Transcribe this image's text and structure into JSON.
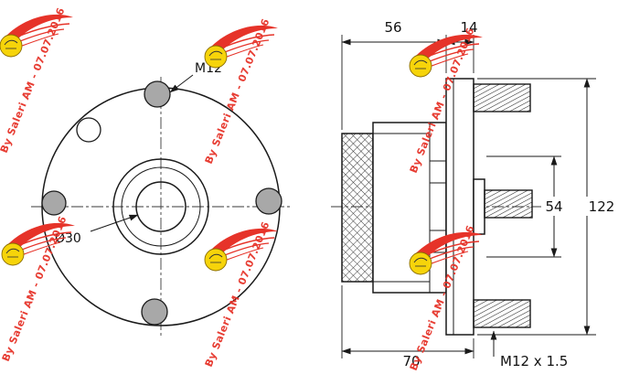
{
  "watermark": {
    "text": "By Saleri AM - 07.07.2016"
  },
  "front_view": {
    "stud_thread_label": "M12",
    "bore_label": "Ø30"
  },
  "side_view": {
    "dims": {
      "body_width": "56",
      "flange_thickness": "14",
      "pilot_height": "54",
      "flange_diameter": "122",
      "overall_width": "70"
    },
    "stud_spec_label": "M12 x 1.5"
  },
  "colors": {
    "line": "#1a1a1a",
    "hole_fill": "#a8a8a8",
    "watermark_red": "#e63329",
    "badge_yellow": "#f6d40a",
    "background": "#ffffff"
  }
}
